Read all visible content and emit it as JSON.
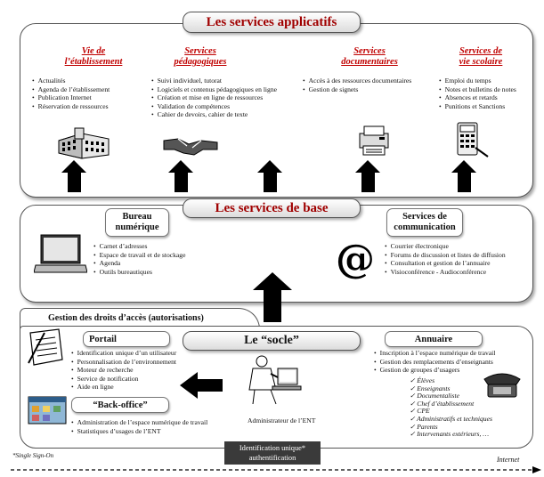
{
  "applicatifs": {
    "title": "Les services applicatifs",
    "columns": [
      {
        "title_lines": [
          "Vie de",
          "l’établissement"
        ],
        "items": [
          "Actualités",
          "Agenda de l’établissement",
          "Publication Internet",
          "Réservation de ressources"
        ],
        "icon": "school-building-icon"
      },
      {
        "title_lines": [
          "Services",
          "pédagogiques"
        ],
        "items": [
          "Suivi individuel, tutorat",
          "Logiciels et contenus pédagogiques en ligne",
          "Création et mise en ligne de ressources",
          "Validation de compétences",
          "Cahier de devoirs, cahier de texte"
        ],
        "icon": "handshake-icon"
      },
      {
        "title_lines": [
          "Services",
          "documentaires"
        ],
        "items": [
          "Accès à des ressources documentaires",
          "Gestion de signets"
        ],
        "icon": "printer-icon"
      },
      {
        "title_lines": [
          "Services de",
          "vie scolaire"
        ],
        "items": [
          "Emploi du temps",
          "Notes et bulletins de notes",
          "Absences et retards",
          "Punitions et Sanctions"
        ],
        "icon": "calculator-icon"
      }
    ]
  },
  "base": {
    "title": "Les services de base",
    "bureau": {
      "title_lines": [
        "Bureau",
        "numérique"
      ],
      "items": [
        "Carnet d’adresses",
        "Espace de travail et de stockage",
        "Agenda",
        "Outils bureautiques"
      ]
    },
    "communication": {
      "title_lines": [
        "Services de",
        "communication"
      ],
      "items": [
        "Courrier électronique",
        "Forums de discussion et listes de diffusion",
        "Consultation et gestion de l’annuaire",
        "Visioconférence - Audioconférence"
      ]
    }
  },
  "socle": {
    "tab_label": "Gestion des droits d’accès (autorisations)",
    "title": "Le “socle”",
    "portail": {
      "title": "Portail",
      "items": [
        "Identification unique d’un utilisateur",
        "Personnalisation de l’environnement",
        "Moteur de recherche",
        "Service de notification",
        "Aide en ligne"
      ]
    },
    "backoffice": {
      "title": "“Back-office”",
      "items": [
        "Administration de l’espace numérique de travail",
        "Statistiques d’usages de l’ENT"
      ]
    },
    "admin_label": "Administrateur de l’ENT",
    "annuaire": {
      "title": "Annuaire",
      "items": [
        "Inscription à l’espace numérique de travail",
        "Gestion des remplacements d’enseignants",
        "Gestion de groupes d’usagers"
      ],
      "check_items": [
        "Élèves",
        "Enseignants",
        "Documentaliste",
        "Chef d’établissement",
        "CPE",
        "Administratifs et techniques",
        "Parents",
        "Intervenants extérieurs, …"
      ]
    }
  },
  "identification": {
    "line1": "Identification unique*",
    "line2": "authentification"
  },
  "footnote": "*Single Sign-On",
  "internet_label": "Internet"
}
